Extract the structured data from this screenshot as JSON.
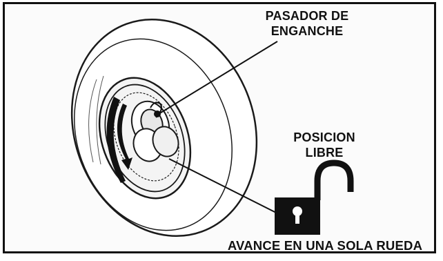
{
  "labels": {
    "pin_line1": "PASADOR DE",
    "pin_line2": "ENGANCHE",
    "free_line1": "POSICION",
    "free_line2": "LIBRE",
    "single_wheel": "AVANCE EN UNA SOLA RUEDA"
  },
  "icons": {
    "open_padlock": "open-padlock-icon",
    "closed_padlock": "closed-padlock-icon"
  },
  "colors": {
    "ink": "#111111",
    "paper": "#fbfbfb"
  }
}
